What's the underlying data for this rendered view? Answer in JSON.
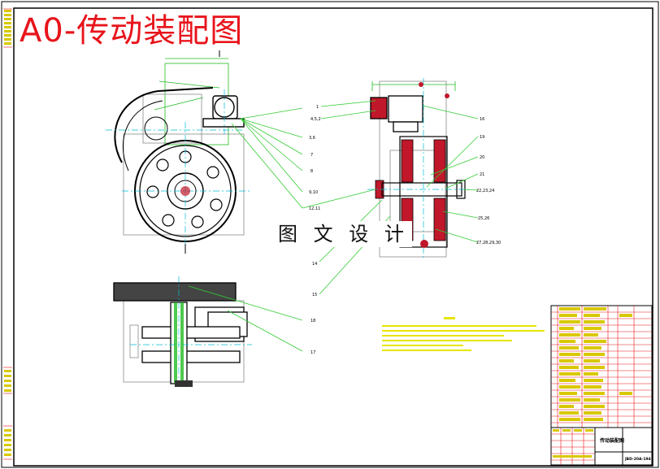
{
  "drawing": {
    "title": "A0-传动装配图",
    "watermark": "图 文 设 计"
  },
  "balloons": {
    "front_view": [
      "1",
      "4,5,2",
      "3,6",
      "7",
      "8",
      "9,10",
      "12,11"
    ],
    "side_view": [
      "16",
      "19",
      "20",
      "21",
      "22,23,24",
      "25,26",
      "27,28,29,30"
    ],
    "bottom": [
      "14",
      "15",
      "18",
      "17"
    ]
  },
  "title_block": {
    "label_main": "传动装配图",
    "drawing_no": "JBD-20A-194"
  },
  "colors": {
    "outline": "#000000",
    "centerline": "#00bcd4",
    "dimension": "#22bb22",
    "leader": "#33cc33",
    "part_red": "#c0182a",
    "grid_red": "#e8141b",
    "note_yellow": "#e6e600",
    "block_yellow": "#d8c800"
  }
}
